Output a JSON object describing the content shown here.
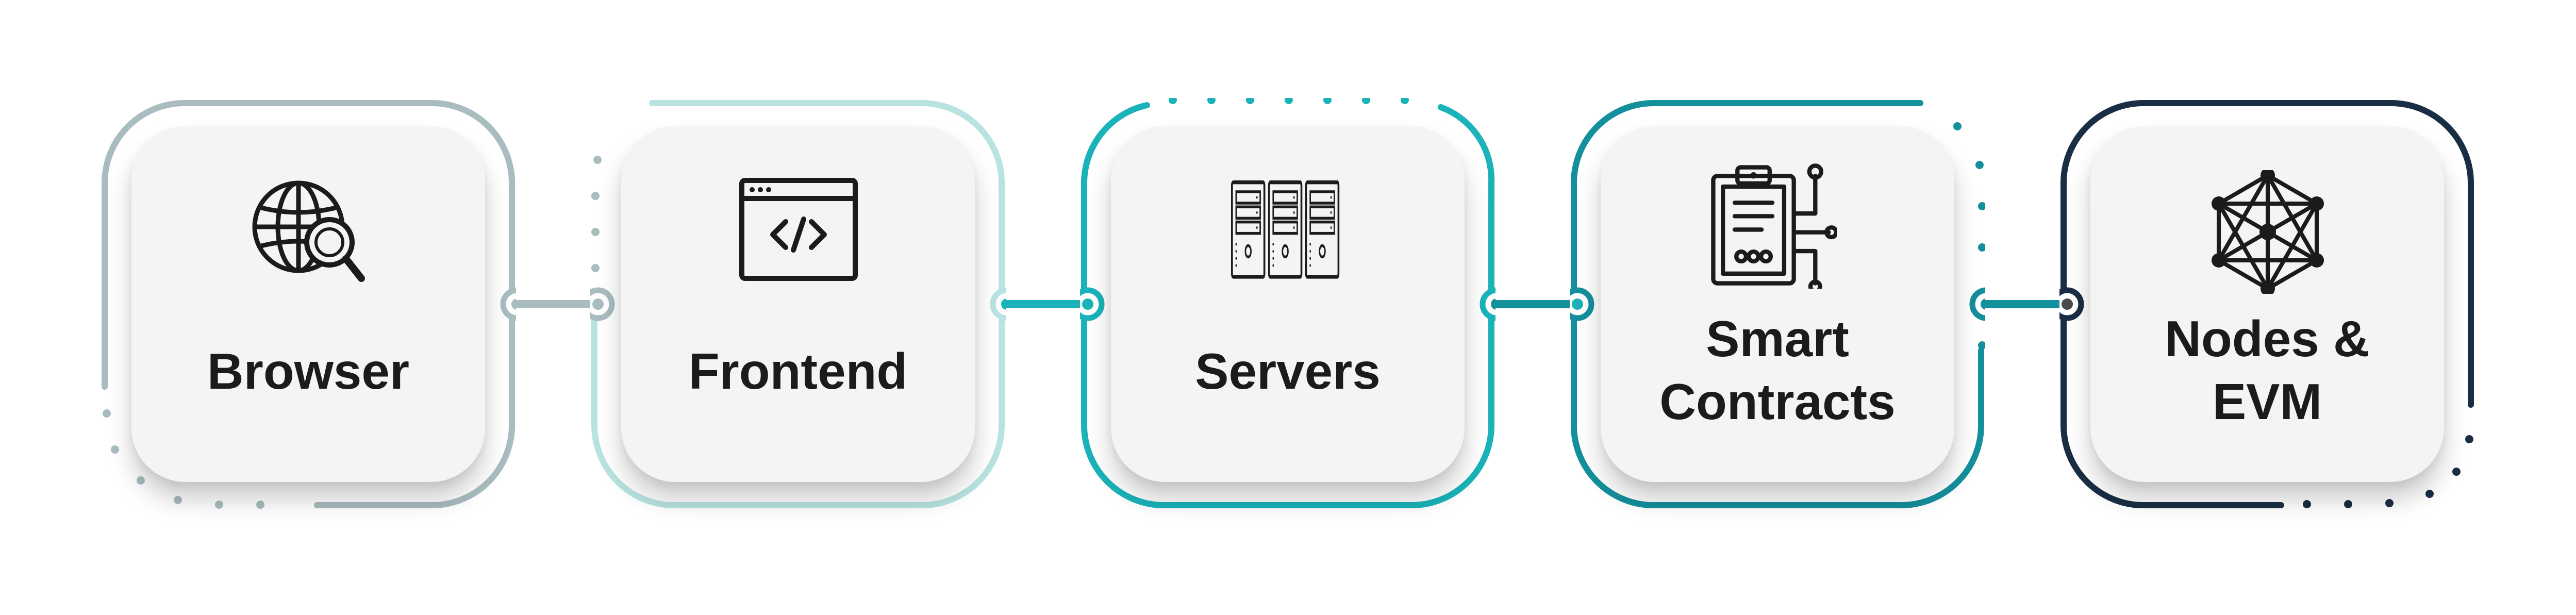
{
  "steps": [
    {
      "id": "browser",
      "lines": [
        "Browser"
      ],
      "icon": "globe-search-icon",
      "color": "#a9bcc0"
    },
    {
      "id": "frontend",
      "lines": [
        "Frontend"
      ],
      "icon": "code-window-icon",
      "color": "#b8e3e0"
    },
    {
      "id": "servers",
      "lines": [
        "Servers"
      ],
      "icon": "servers-icon",
      "color": "#19b3b9"
    },
    {
      "id": "smart-contracts",
      "lines": [
        "Smart",
        "Contracts"
      ],
      "icon": "contract-clipboard-icon",
      "color": "#148f9c"
    },
    {
      "id": "nodes-evm",
      "lines": [
        "Nodes &",
        "EVM"
      ],
      "icon": "node-network-icon",
      "color": "#192e44"
    }
  ]
}
